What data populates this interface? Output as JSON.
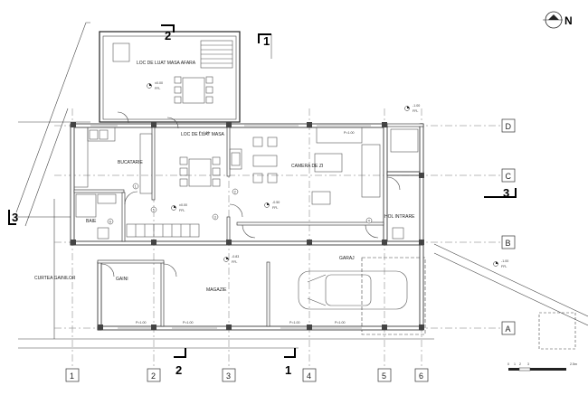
{
  "rooms": {
    "outdoor_dining": "LOC DE LUAT MASA AFARA",
    "dining": "LOC DE LUAT MASA",
    "kitchen": "BUCATARIE",
    "living": "CAMERA DE ZI",
    "bath": "BAIE",
    "entrance": "HOL INTRARE",
    "garage": "GARAJ",
    "henhouse_yard": "CURTEA GAINILOR",
    "henhouse": "GAINI",
    "storage": "MAGAZIE"
  },
  "levels": {
    "terrace": "±0.00",
    "interior": "±0.00",
    "living": "-0.50",
    "storage": "-0.83",
    "exterior_right": "-1.00",
    "garage_right": "-1.00",
    "ffl": "FFL"
  },
  "grid": {
    "cols": [
      "1",
      "2",
      "3",
      "4",
      "5",
      "6"
    ],
    "rows": [
      "A",
      "B",
      "C",
      "D"
    ]
  },
  "sections": {
    "s1": "1",
    "s2": "2",
    "s3": "3"
  },
  "north": "N",
  "scale": {
    "t0": "0",
    "t1": "1",
    "t2": "2",
    "t3": "3",
    "end": "2.5m"
  },
  "small_labels": {
    "sill": "P=1.00",
    "room_num_1": "1",
    "room_num_2": "2",
    "room_num_3": "3",
    "room_num_4": "4",
    "room_num_5": "5",
    "room_num_6": "6"
  }
}
